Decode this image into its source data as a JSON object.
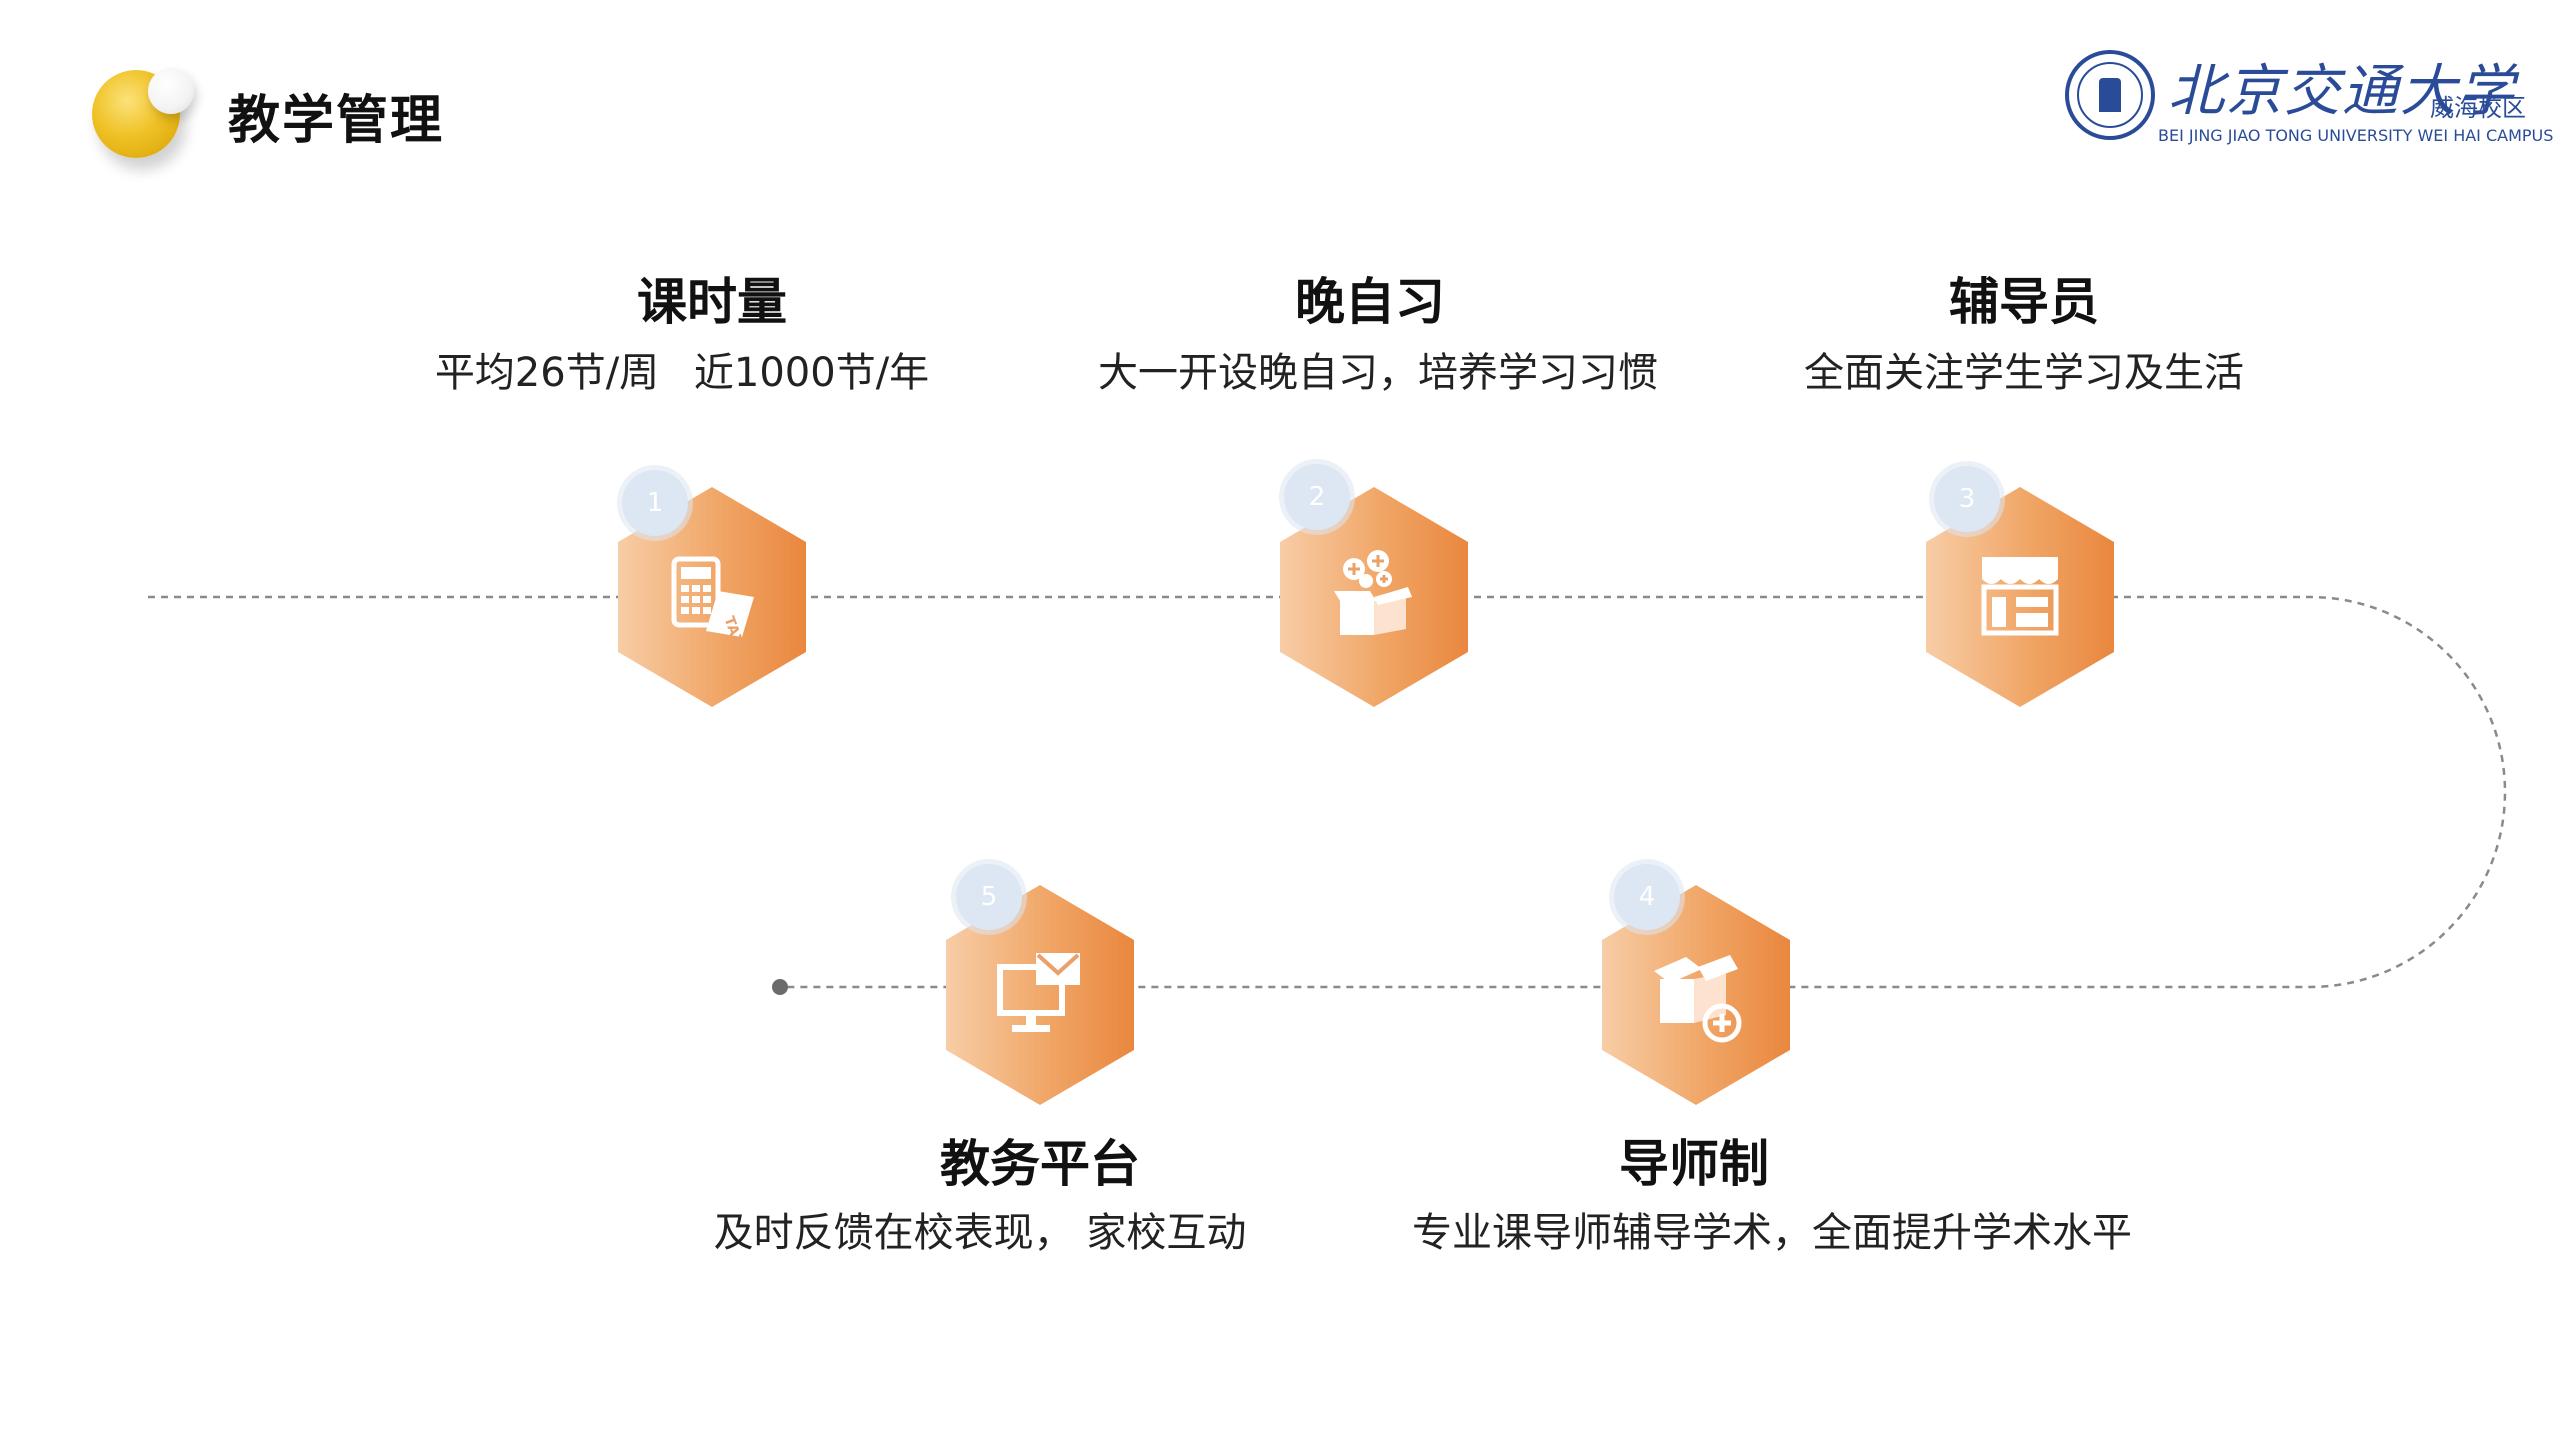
{
  "header": {
    "title": "教学管理"
  },
  "logo": {
    "name_cn": "北京交通大学",
    "campus_cn": "威海校区",
    "name_en": "BEI JING JIAO TONG UNIVERSITY WEI HAI CAMPUS"
  },
  "steps": [
    {
      "number": "1",
      "title": "课时量",
      "desc": "平均26节/周 近1000节/年",
      "icon": "calculator-icon"
    },
    {
      "number": "2",
      "title": "晚自习",
      "desc": "大一开设晚自习，培养学习习惯",
      "icon": "box-with-plus-bubbles-icon"
    },
    {
      "number": "3",
      "title": "辅导员",
      "desc": "全面关注学生学习及生活",
      "icon": "storefront-icon"
    },
    {
      "number": "4",
      "title": "导师制",
      "desc": "专业课导师辅导学术，全面提升学术水平",
      "icon": "box-add-icon"
    },
    {
      "number": "5",
      "title": "教务平台",
      "desc": "及时反馈在校表现， 家校互动",
      "icon": "monitor-mail-icon"
    }
  ],
  "colors": {
    "accent_orange": "#e9853c",
    "light_orange": "#f8cfaa",
    "badge": "#dde6f3",
    "logo_blue": "#2a4c98"
  }
}
